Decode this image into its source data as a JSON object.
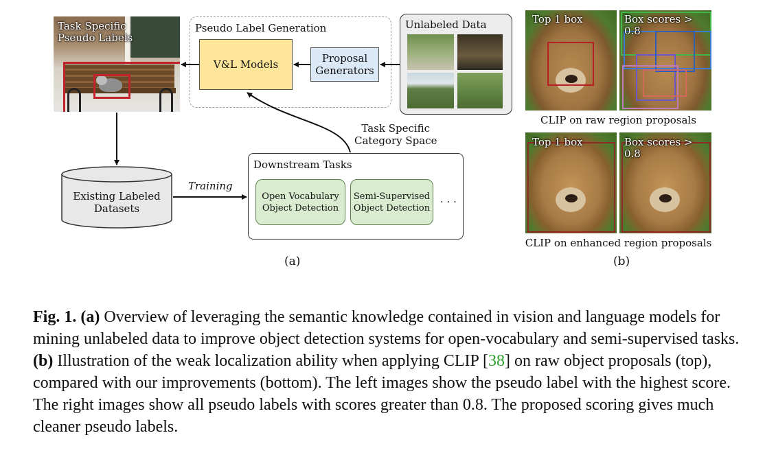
{
  "figure": {
    "panel_a": {
      "photo_label": [
        "Task Specific",
        "Pseudo Labels"
      ],
      "pseudo_gen_title": "Pseudo Label Generation",
      "vl_models": "V&L Models",
      "proposal_generators": [
        "Proposal",
        "Generators"
      ],
      "unlabeled_title": "Unlabeled Data",
      "task_space": [
        "Task Specific",
        "Category Space"
      ],
      "existing_datasets": [
        "Existing Labeled",
        "Datasets"
      ],
      "training": "Training",
      "downstream_title": "Downstream Tasks",
      "ov_detection": [
        "Open Vocabulary",
        "Object Detection"
      ],
      "ss_detection": [
        "Semi-Supervised",
        "Object Detection"
      ],
      "ellipsis": "· · ·",
      "panel_label": "(a)"
    },
    "panel_b": {
      "top1": "Top 1 box",
      "box_scores": "Box scores > 0.8",
      "raw_caption": "CLIP on raw region proposals",
      "enhanced_caption": "CLIP on enhanced region proposals",
      "panel_label": "(b)"
    },
    "colors": {
      "vl_models_fill": "#fde69a",
      "proposal_fill": "#dbe8f6",
      "task_fill": "#d9ecd0",
      "red_box": "#c0232a"
    }
  },
  "caption": {
    "fig_label": "Fig. 1.",
    "a_label": "(a)",
    "part1": "Overview of leveraging the semantic knowledge contained in vision and language models for mining unlabeled data to improve object detection systems for open-vocabulary and semi-supervised tasks.",
    "b_label": "(b)",
    "part2": "Illustration of the weak localization ability when applying CLIP",
    "cite_open": "[",
    "cite": "38",
    "cite_close": "]",
    "part3": "on raw object proposals (top), compared with our improvements (bottom). The left images show the pseudo label with the highest score. The right images show all pseudo labels with scores greater than 0.8. The proposed scoring gives much cleaner pseudo labels."
  }
}
